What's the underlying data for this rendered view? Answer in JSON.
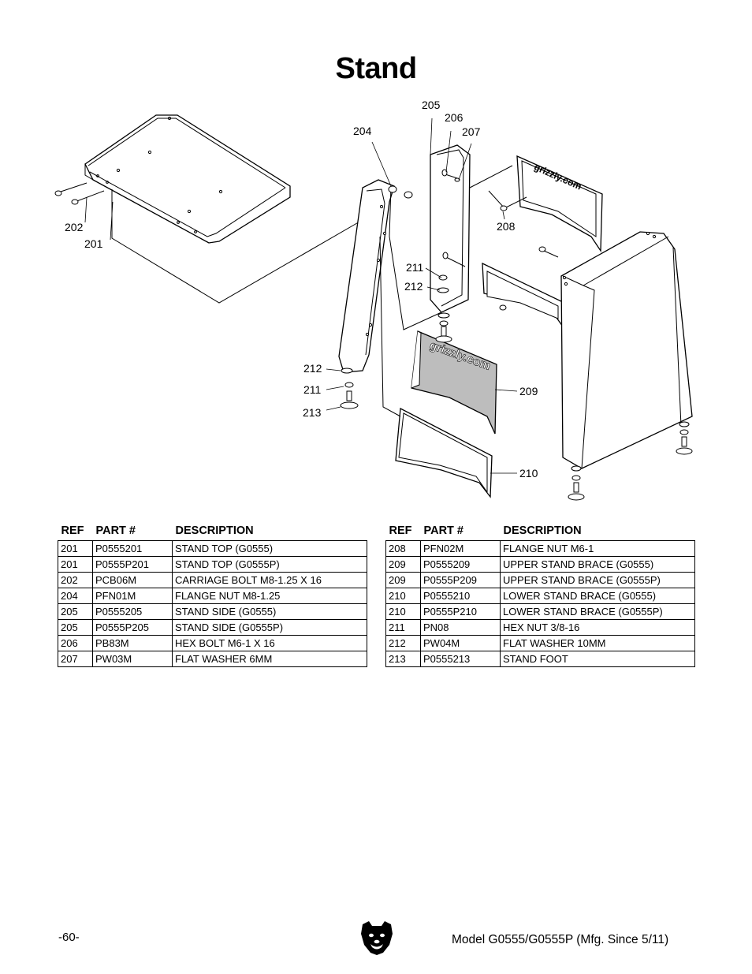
{
  "page": {
    "title": "Stand",
    "page_number": "-60-",
    "model": "Model G0555/G0555P (Mfg. Since 5/11)"
  },
  "diagram": {
    "callouts": {
      "c201": "201",
      "c202": "202",
      "c204": "204",
      "c205": "205",
      "c206": "206",
      "c207": "207",
      "c208": "208",
      "c209": "209",
      "c210": "210",
      "c211a": "211",
      "c212a": "212",
      "c211b": "211",
      "c212b": "212",
      "c213": "213"
    },
    "brand_text": "grizzly.com"
  },
  "table": {
    "headers": {
      "ref": "REF",
      "part": "PART #",
      "description": "DESCRIPTION"
    },
    "left_rows": [
      {
        "ref": "201",
        "part": "P0555201",
        "description": "STAND TOP (G0555)"
      },
      {
        "ref": "201",
        "part": "P0555P201",
        "description": "STAND TOP (G0555P)"
      },
      {
        "ref": "202",
        "part": "PCB06M",
        "description": "CARRIAGE BOLT M8-1.25 X 16"
      },
      {
        "ref": "204",
        "part": "PFN01M",
        "description": "FLANGE NUT M8-1.25"
      },
      {
        "ref": "205",
        "part": "P0555205",
        "description": "STAND SIDE (G0555)"
      },
      {
        "ref": "205",
        "part": "P0555P205",
        "description": "STAND SIDE (G0555P)"
      },
      {
        "ref": "206",
        "part": "PB83M",
        "description": "HEX BOLT M6-1 X 16"
      },
      {
        "ref": "207",
        "part": "PW03M",
        "description": "FLAT WASHER 6MM"
      }
    ],
    "right_rows": [
      {
        "ref": "208",
        "part": "PFN02M",
        "description": "FLANGE NUT M6-1"
      },
      {
        "ref": "209",
        "part": "P0555209",
        "description": "UPPER STAND BRACE (G0555)"
      },
      {
        "ref": "209",
        "part": "P0555P209",
        "description": "UPPER STAND BRACE (G0555P)"
      },
      {
        "ref": "210",
        "part": "P0555210",
        "description": "LOWER STAND BRACE (G0555)"
      },
      {
        "ref": "210",
        "part": "P0555P210",
        "description": "LOWER STAND BRACE (G0555P)"
      },
      {
        "ref": "211",
        "part": "PN08",
        "description": "HEX NUT 3/8-16"
      },
      {
        "ref": "212",
        "part": "PW04M",
        "description": "FLAT WASHER 10MM"
      },
      {
        "ref": "213",
        "part": "P0555213",
        "description": "STAND FOOT"
      }
    ]
  },
  "colors": {
    "ink": "#000000",
    "paper": "#ffffff",
    "brace_fill": "#bdbdbd"
  },
  "icons": {
    "logo": "bear-head-icon"
  }
}
